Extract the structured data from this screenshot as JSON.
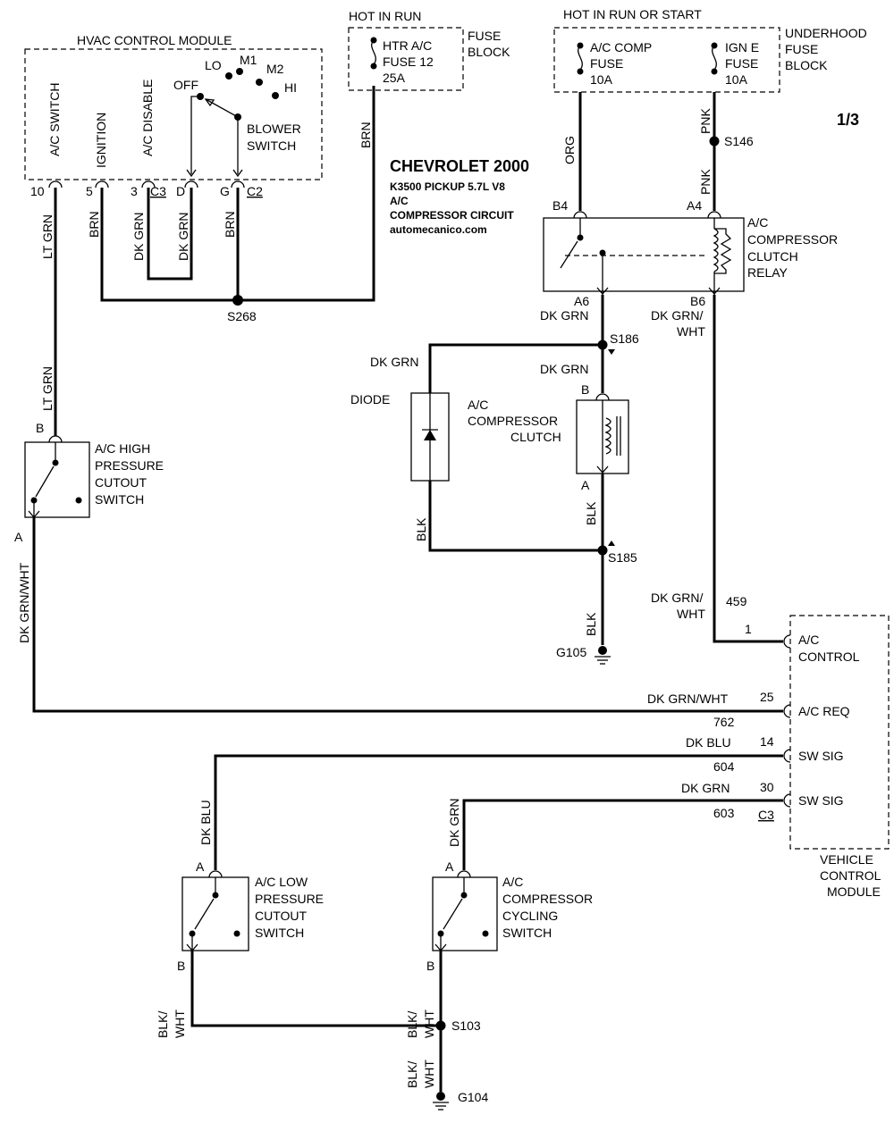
{
  "header": {
    "make": "CHEVROLET 2000",
    "model": "K3500 PICKUP  5.7L  V8",
    "system": "A/C",
    "circuit": "COMPRESSOR CIRCUIT",
    "site": "automecanico.com",
    "page": "1/3"
  },
  "hvac": {
    "title": "HVAC CONTROL MODULE",
    "ac_switch": "A/C SWITCH",
    "ignition": "IGNITION",
    "ac_disable": "A/C DISABLE",
    "off": "OFF",
    "lo": "LO",
    "m1": "M1",
    "m2": "M2",
    "hi": "HI",
    "blower1": "BLOWER",
    "blower2": "SWITCH",
    "pin10": "10",
    "pin5": "5",
    "pin3": "3",
    "c3": "C3",
    "pinD": "D",
    "pinG": "G",
    "c2": "C2"
  },
  "fuse_block": {
    "hot": "HOT IN RUN",
    "fuse_l1": "HTR A/C",
    "fuse_l2": "FUSE 12",
    "fuse_l3": "25A",
    "label1": "FUSE",
    "label2": "BLOCK"
  },
  "underhood": {
    "hot": "HOT IN RUN OR START",
    "f1_l1": "A/C COMP",
    "f1_l2": "FUSE",
    "f1_l3": "10A",
    "f2_l1": "IGN E",
    "f2_l2": "FUSE",
    "f2_l3": "10A",
    "label1": "UNDERHOOD",
    "label2": "FUSE",
    "label3": "BLOCK"
  },
  "relay": {
    "l1": "A/C",
    "l2": "COMPRESSOR",
    "l3": "CLUTCH",
    "l4": "RELAY",
    "b4": "B4",
    "a4": "A4",
    "a6": "A6",
    "b6": "B6"
  },
  "wires": {
    "brn": "BRN",
    "org": "ORG",
    "pnk": "PNK",
    "lt_grn": "LT GRN",
    "dk_grn": "DK GRN",
    "dk_grn_wht": "DK GRN/WHT",
    "dk_grn_slash": "DK GRN/",
    "wht": "WHT",
    "blk": "BLK",
    "dk_blu": "DK BLU",
    "blk_slash": "BLK/"
  },
  "splices": {
    "s146": "S146",
    "s268": "S268",
    "s186": "S186",
    "s185": "S185",
    "s103": "S103",
    "g105": "G105",
    "g104": "G104"
  },
  "diode": "DIODE",
  "clutch": {
    "l1": "A/C",
    "l2": "COMPRESSOR",
    "l3": "CLUTCH",
    "b": "B",
    "a": "A"
  },
  "high_switch": {
    "l1": "A/C HIGH",
    "l2": "PRESSURE",
    "l3": "CUTOUT",
    "l4": "SWITCH",
    "b": "B",
    "a": "A"
  },
  "low_switch": {
    "l1": "A/C LOW",
    "l2": "PRESSURE",
    "l3": "CUTOUT",
    "l4": "SWITCH",
    "a": "A",
    "b": "B"
  },
  "cycling_switch": {
    "l1": "A/C",
    "l2": "COMPRESSOR",
    "l3": "CYCLING",
    "l4": "SWITCH",
    "a": "A",
    "b": "B"
  },
  "vcm": {
    "l1": "VEHICLE",
    "l2": "CONTROL",
    "l3": "MODULE",
    "ac_control1": "A/C",
    "ac_control2": "CONTROL",
    "ac_req": "A/C REQ",
    "sw_sig": "SW SIG",
    "pin1": "1",
    "pin25": "25",
    "pin14": "14",
    "pin30": "30",
    "c459": "459",
    "c762": "762",
    "c604": "604",
    "c603": "603",
    "c3": "C3"
  }
}
